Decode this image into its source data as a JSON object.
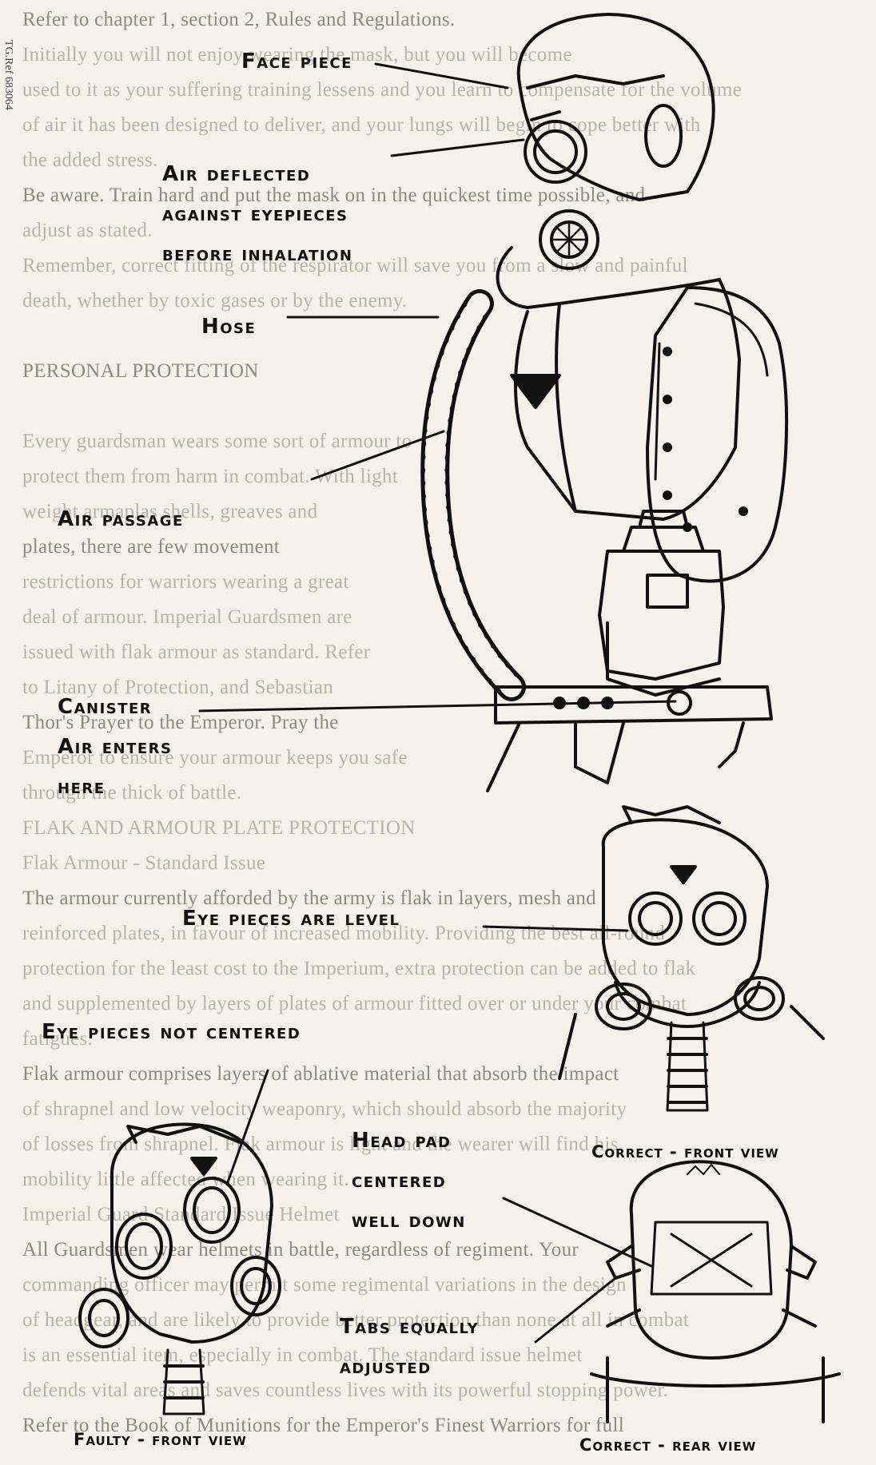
{
  "page": {
    "side_reference": "TG.Ref 683064",
    "background_text": [
      "Refer to chapter 1, section 2, Rules and Regulations.",
      "Initially you will not enjoy wearing the mask, but you will become",
      "used to it as your suffering training lessens and you learn to compensate for the volume",
      "of air it has been designed to deliver, and your lungs will begin to cope better with",
      "the added stress.",
      "Be aware. Train hard and put the mask on in the quickest time possible, and",
      "adjust as stated.",
      "Remember, correct fitting of the respirator will save you from a slow and painful",
      "death, whether by toxic gases or by the enemy.",
      "",
      "PERSONAL PROTECTION",
      "",
      "Every guardsman wears some sort of armour to",
      "protect them from harm in combat. With light",
      "weight armaplas shells, greaves and",
      "plates, there are few movement",
      "restrictions for warriors wearing a great",
      "deal of armour. Imperial Guardsmen are",
      "issued with flak armour as standard. Refer",
      "to Litany of Protection, and Sebastian",
      "Thor's Prayer to the Emperor. Pray the",
      "Emperor to ensure your armour keeps you safe",
      "through the thick of battle.",
      "FLAK AND ARMOUR PLATE PROTECTION",
      "Flak Armour - Standard Issue",
      "The armour currently afforded by the army is flak in layers, mesh and",
      "reinforced plates, in favour of increased mobility. Providing the best all-round",
      "protection for the least cost to the Imperium, extra protection can be added to flak",
      "and supplemented by layers of plates of armour fitted over or under your combat",
      "fatigues.",
      "Flak armour comprises layers of ablative material that absorb the impact",
      "of shrapnel and low velocity weaponry, which should absorb the majority",
      "of losses from shrapnel. Flak armour is light and the wearer will find his",
      "mobility little affected when wearing it.",
      "Imperial Guard Standard Issue Helmet",
      "All Guardsmen wear helmets in battle, regardless of regiment. Your",
      "commanding officer may permit some regimental variations in the design",
      "of headgear, and are likely to provide better protection than none at all in combat",
      "is an essential item, especially in combat. The standard issue helmet",
      "defends vital areas and saves countless lives with its powerful stopping power.",
      "Refer to the Book of Munitions for the Emperor's Finest Warriors for full"
    ],
    "labels": {
      "face_piece": "Face piece",
      "air_deflected": [
        "Air deflected",
        "against eyepieces",
        "before inhalation"
      ],
      "hose": "Hose",
      "air_passage": "Air passage",
      "canister": [
        "Canister",
        "Air enters",
        "here"
      ],
      "eye_pieces_level": "Eye pieces are level",
      "eye_pieces_not_centered": "Eye pieces not centered",
      "head_pad": [
        "Head pad",
        "centered",
        "well down"
      ],
      "tabs": [
        "Tabs equally",
        "adjusted"
      ]
    },
    "captions": {
      "correct_front": "Correct - front view",
      "faulty_front": "Faulty - front view",
      "correct_rear": "Correct - rear view"
    }
  }
}
